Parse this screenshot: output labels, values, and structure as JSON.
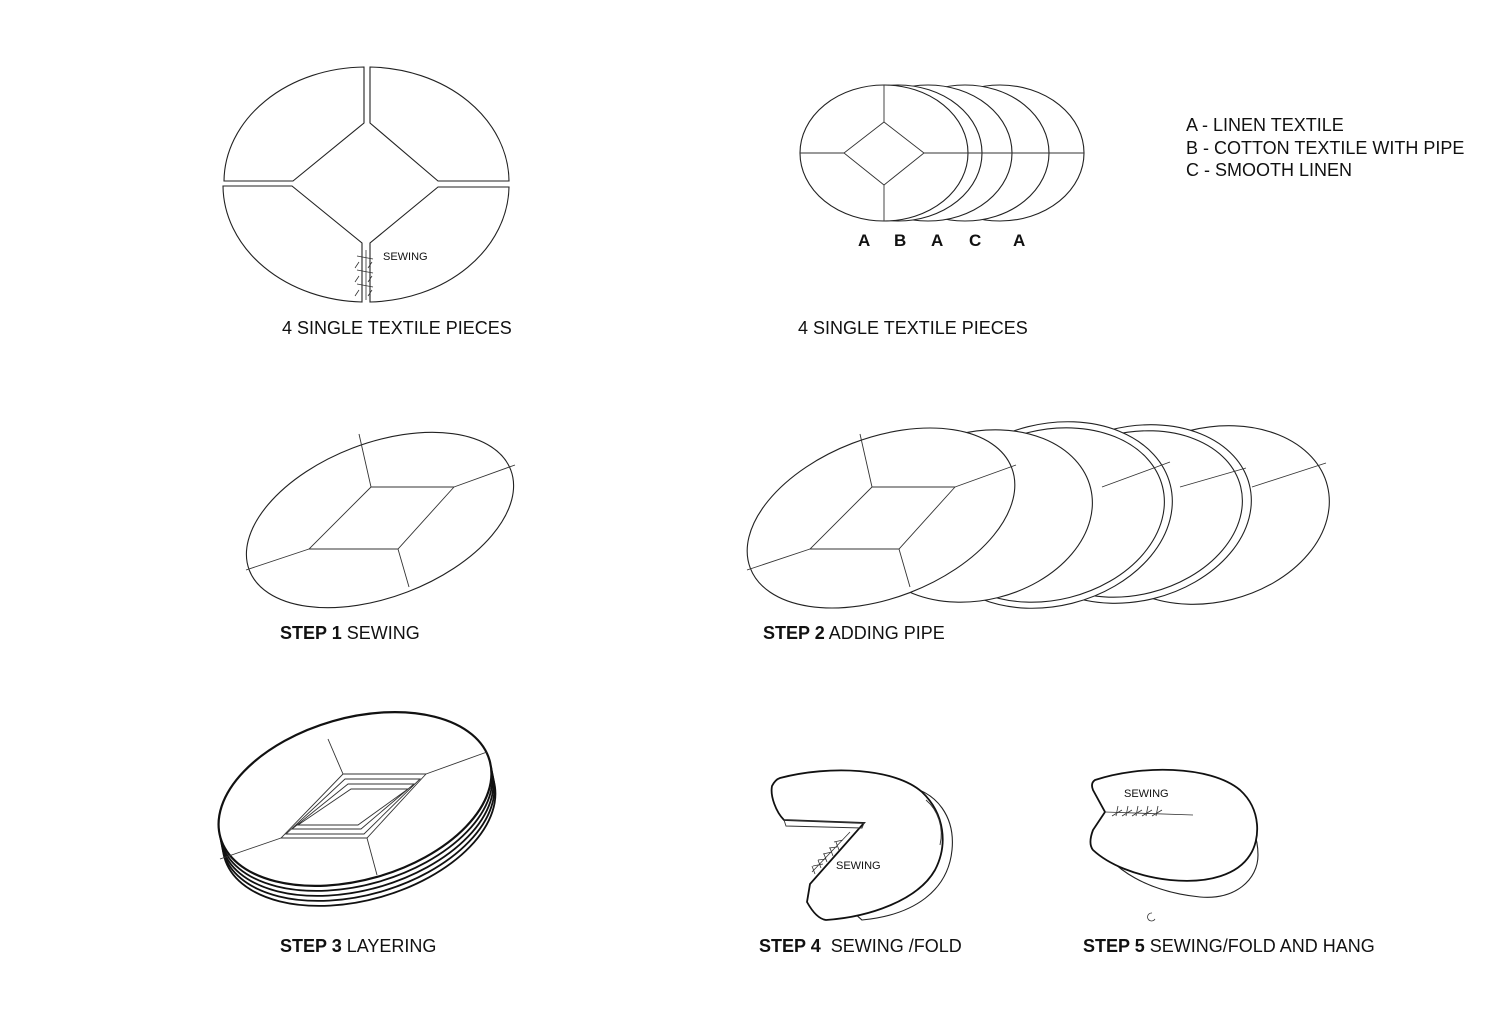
{
  "figures": {
    "pieces_a": {
      "caption": "4 SINGLE TEXTILE PIECES",
      "sewing_label": "SEWING"
    },
    "pieces_b": {
      "caption": "4 SINGLE TEXTILE PIECES",
      "layer_letters": [
        "A",
        "B",
        "A",
        "C",
        "A"
      ]
    },
    "step1": {
      "step": "STEP 1",
      "text": "SEWING"
    },
    "step2": {
      "step": "STEP 2",
      "text": "ADDING PIPE"
    },
    "step3": {
      "step": "STEP 3",
      "text": "LAYERING"
    },
    "step4": {
      "step": "STEP 4",
      "text": " SEWING /FOLD",
      "sewing_label": "SEWING"
    },
    "step5": {
      "step": "STEP 5",
      "text": "SEWING/FOLD AND HANG",
      "sewing_label": "SEWING"
    }
  },
  "legend": [
    "A - LINEN TEXTILE",
    "B - COTTON TEXTILE WITH PIPE",
    "C - SMOOTH LINEN"
  ]
}
